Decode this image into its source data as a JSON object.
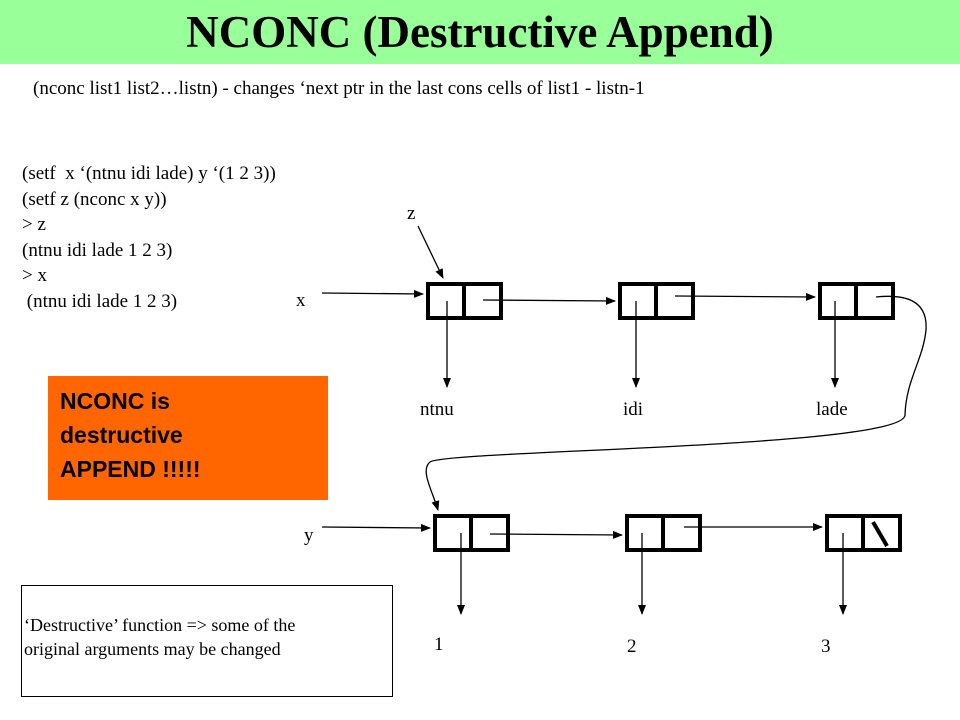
{
  "title": "NCONC (Destructive Append)",
  "subtitle": "(nconc list1 list2…listn) - changes ‘next ptr in the last cons cells of list1 - listn-1",
  "code_lines": [
    "(setf  x ‘(ntnu idi lade) y ‘(1 2 3))",
    "(setf z (nconc x y))",
    "> z",
    "(ntnu idi lade 1 2 3)",
    "> x",
    " (ntnu idi lade 1 2 3)"
  ],
  "callout": {
    "lines": [
      "NCONC is",
      "destructive",
      "APPEND !!!!!"
    ],
    "color": "#ff6600"
  },
  "note": {
    "lines": [
      "‘Destructive’ function => some of the",
      "original arguments may be changed"
    ]
  },
  "diagram": {
    "pointer_labels": {
      "z": "z",
      "x": "x",
      "y": "y"
    },
    "list_x_elements": [
      "ntnu",
      "idi",
      "lade"
    ],
    "list_y_elements": [
      "1",
      "2",
      "3"
    ]
  },
  "colors": {
    "title_bar": "#99ff99"
  }
}
